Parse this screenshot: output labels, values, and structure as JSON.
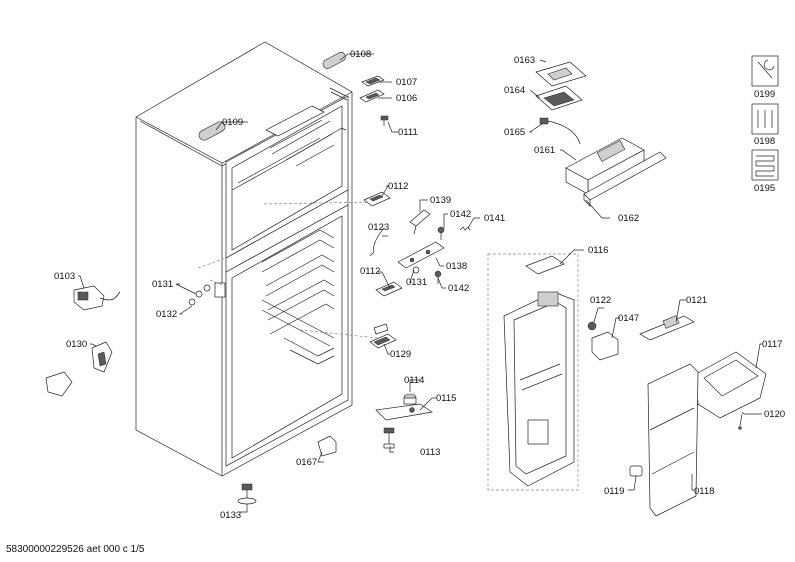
{
  "footer": {
    "doc_id": "58300000229526 aet 000 c 1/5"
  },
  "callouts": {
    "c0108": "0108",
    "c0107": "0107",
    "c0106": "0106",
    "c0111": "0111",
    "c0109": "0109",
    "c0112a": "0112",
    "c0112b": "0112",
    "c0123": "0123",
    "c0131a": "0131",
    "c0131b": "0131",
    "c0132": "0132",
    "c0103": "0103",
    "c0130": "0130",
    "c0139": "0139",
    "c0142a": "0142",
    "c0142b": "0142",
    "c0141": "0141",
    "c0138": "0138",
    "c0129": "0129",
    "c0114": "0114",
    "c0115": "0115",
    "c0113": "0113",
    "c0167": "0167",
    "c0133": "0133",
    "c0163": "0163",
    "c0164": "0164",
    "c0165": "0165",
    "c0161": "0161",
    "c0162": "0162",
    "c0116": "0116",
    "c0122": "0122",
    "c0147": "0147",
    "c0121": "0121",
    "c0117": "0117",
    "c0120": "0120",
    "c0119": "0119",
    "c0118": "0118",
    "c0199": "0199",
    "c0198": "0198",
    "c0195": "0195"
  },
  "icons": {
    "i0199": "wrench-manual-icon",
    "i0198": "screws-kit-icon",
    "i0195": "heating-coil-icon"
  }
}
